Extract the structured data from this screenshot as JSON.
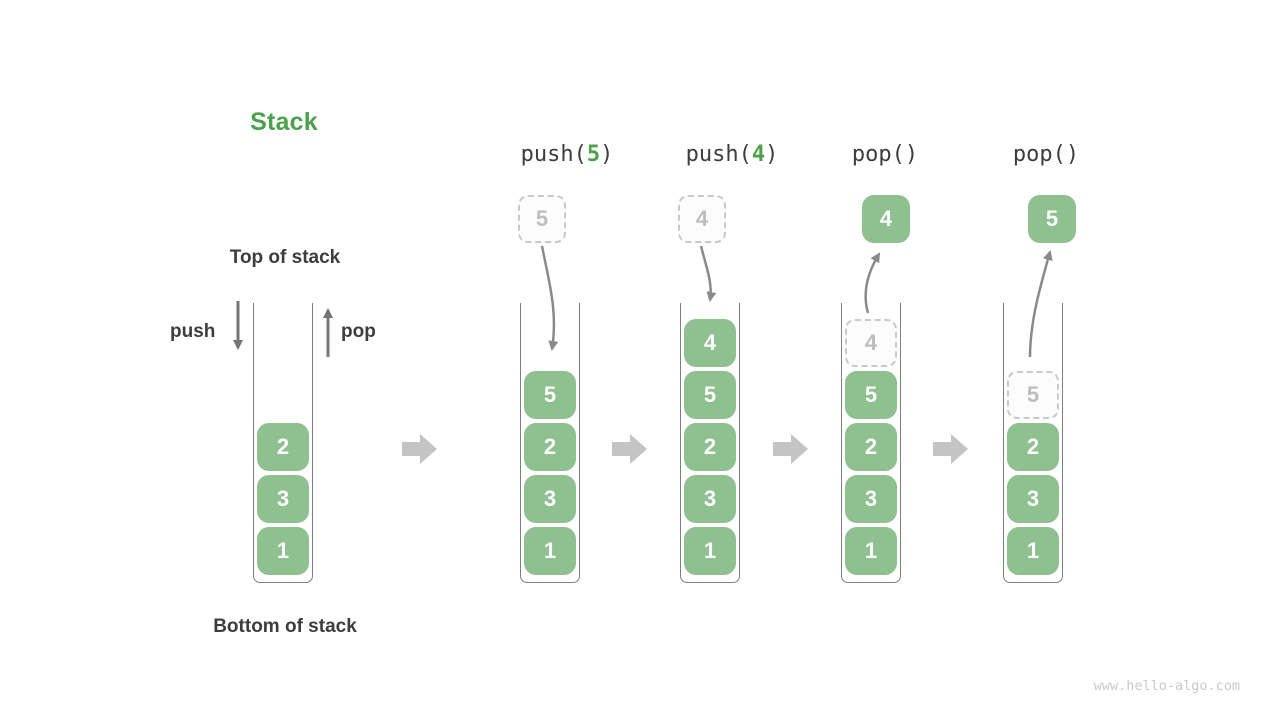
{
  "title": "Stack",
  "labels": {
    "top_of_stack": "Top of stack",
    "bottom_of_stack": "Bottom of stack",
    "push": "push",
    "pop": "pop"
  },
  "operations": [
    {
      "prefix": "push(",
      "arg": "5",
      "suffix": ")"
    },
    {
      "prefix": "push(",
      "arg": "4",
      "suffix": ")"
    },
    {
      "prefix": "pop()",
      "arg": "",
      "suffix": ""
    },
    {
      "prefix": "pop()",
      "arg": "",
      "suffix": ""
    }
  ],
  "stacks": [
    {
      "name": "initial",
      "cells": [
        {
          "value": "2",
          "style": "solid"
        },
        {
          "value": "3",
          "style": "solid"
        },
        {
          "value": "1",
          "style": "solid"
        }
      ]
    },
    {
      "name": "after-push-5",
      "floating": {
        "value": "5",
        "style": "dashed"
      },
      "cells": [
        {
          "value": "5",
          "style": "solid"
        },
        {
          "value": "2",
          "style": "solid"
        },
        {
          "value": "3",
          "style": "solid"
        },
        {
          "value": "1",
          "style": "solid"
        }
      ]
    },
    {
      "name": "after-push-4",
      "floating": {
        "value": "4",
        "style": "dashed"
      },
      "cells": [
        {
          "value": "4",
          "style": "solid"
        },
        {
          "value": "5",
          "style": "solid"
        },
        {
          "value": "2",
          "style": "solid"
        },
        {
          "value": "3",
          "style": "solid"
        },
        {
          "value": "1",
          "style": "solid"
        }
      ]
    },
    {
      "name": "after-pop-4",
      "floating": {
        "value": "4",
        "style": "solid"
      },
      "cells": [
        {
          "value": "4",
          "style": "dashed"
        },
        {
          "value": "5",
          "style": "solid"
        },
        {
          "value": "2",
          "style": "solid"
        },
        {
          "value": "3",
          "style": "solid"
        },
        {
          "value": "1",
          "style": "solid"
        }
      ]
    },
    {
      "name": "after-pop-5",
      "floating": {
        "value": "5",
        "style": "solid"
      },
      "cells": [
        {
          "value": "5",
          "style": "dashed"
        },
        {
          "value": "2",
          "style": "solid"
        },
        {
          "value": "3",
          "style": "solid"
        },
        {
          "value": "1",
          "style": "solid"
        }
      ]
    }
  ],
  "watermark": "www.hello-algo.com",
  "colors": {
    "accent_green": "#4CA24C",
    "box_green": "#8FC08F",
    "box_text": "#FFFFFF",
    "dashed_border": "#C9C9C9",
    "dashed_text": "#BDBDBD",
    "container_border": "#7E7E7E",
    "curve_arrow": "#8A8A8A",
    "straight_arrow": "#757575",
    "block_arrow": "#C4C4C4",
    "text_dark": "#3D3D3D",
    "watermark_gray": "#C9C9C9"
  }
}
